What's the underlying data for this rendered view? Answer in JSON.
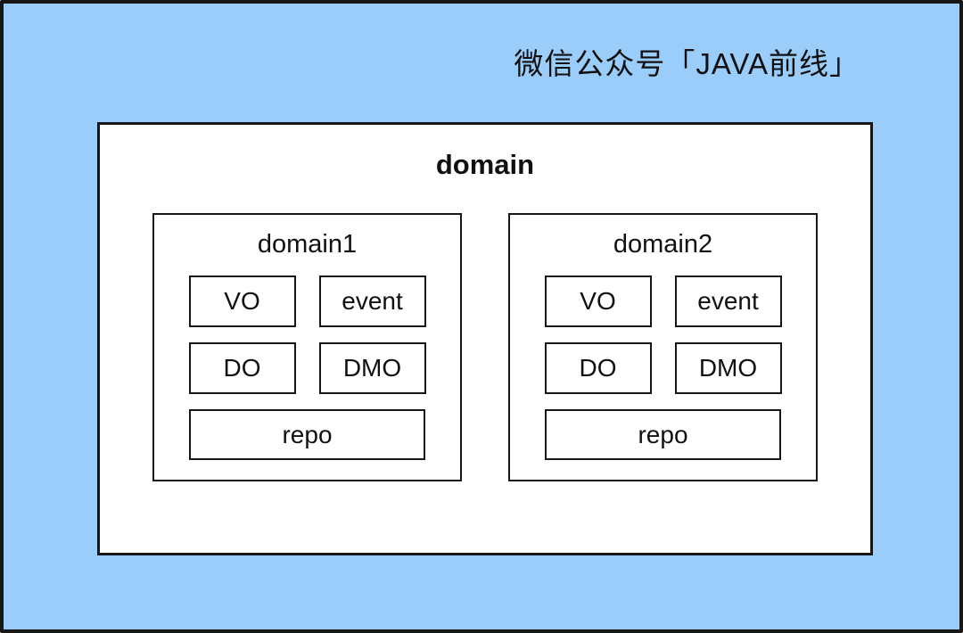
{
  "watermark": "微信公众号「JAVA前线」",
  "diagram": {
    "title": "domain",
    "groups": [
      {
        "title": "domain1",
        "vo": "VO",
        "event": "event",
        "do": "DO",
        "dmo": "DMO",
        "repo": "repo"
      },
      {
        "title": "domain2",
        "vo": "VO",
        "event": "event",
        "do": "DO",
        "dmo": "DMO",
        "repo": "repo"
      }
    ]
  },
  "colors": {
    "canvas_background": "#9BCDFA",
    "box_background": "#FFFFFF",
    "border": "#171717",
    "text": "#111111"
  }
}
